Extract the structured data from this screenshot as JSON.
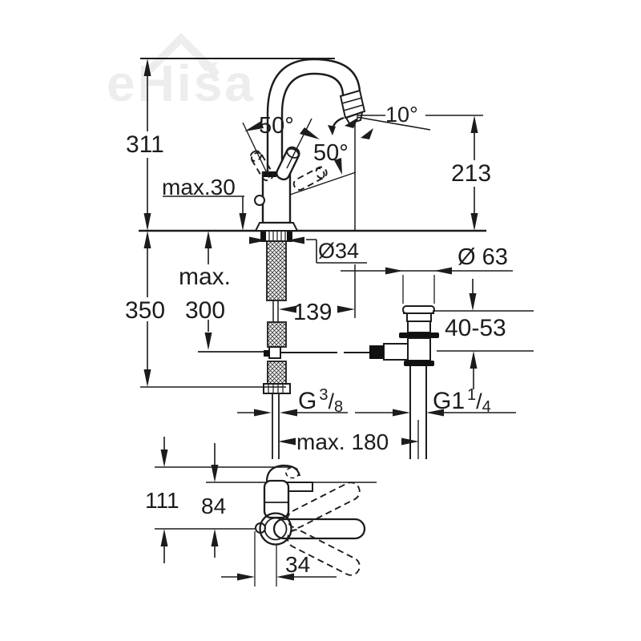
{
  "watermark": {
    "text": "eHiša",
    "color": "#ededed"
  },
  "drawing_colors": {
    "line": "#1c1c1c",
    "background": "#ffffff"
  },
  "labels": {
    "dim_311": "311",
    "dim_max30": "max.30",
    "angle_50_a": "50°",
    "angle_50_b": "50°",
    "angle_10": "10°",
    "dim_213": "213",
    "dim_350": "350",
    "dim_max300_a": "max.",
    "dim_max300_b": "300",
    "dia_34": "Ø34",
    "dim_139": "139",
    "dia_63": "Ø 63",
    "dim_40_53": "40-53",
    "thread_g38": {
      "prefix": "G",
      "numerator": "3",
      "slash": "/",
      "denominator": "8"
    },
    "thread_g114": {
      "prefix": "G1",
      "numerator": "1",
      "slash": "/",
      "denominator": "4"
    },
    "dim_max180": "max. 180",
    "dim_111": "111",
    "dim_84": "84",
    "dim_34": "34"
  }
}
